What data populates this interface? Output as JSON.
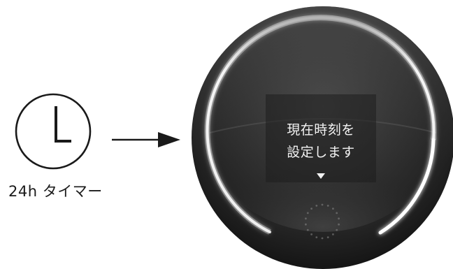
{
  "clock": {
    "caption": "24h タイマー"
  },
  "display": {
    "line1": "現在時刻を",
    "line2": "設定します"
  },
  "icons": {
    "clock": "clock-icon",
    "arrow": "arrow-right-icon",
    "down": "triangle-down-icon",
    "dots": "dotted-ring-icon"
  },
  "colors": {
    "text": "#1a1a1a",
    "dial_body": "#2b2b2b",
    "ring_glow": "#ffffff",
    "display_text": "#f2f2f2"
  }
}
